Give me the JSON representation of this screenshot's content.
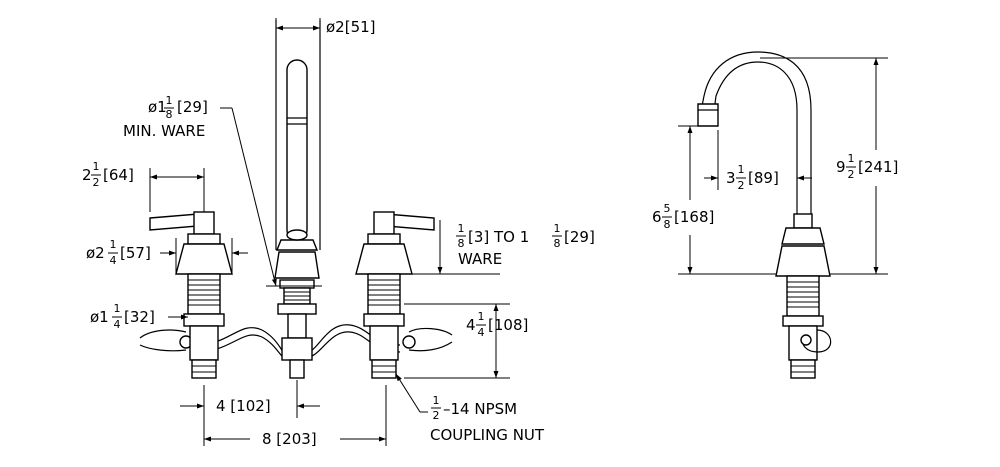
{
  "dimensions": {
    "spout_dia": {
      "prefix": "ø2[51]"
    },
    "min_ware": {
      "prefix": "ø1",
      "num": "1",
      "den": "8",
      "suffix": "[29]",
      "line2": "MIN. WARE"
    },
    "handle_len": {
      "prefix": "2",
      "num": "1",
      "den": "2",
      "suffix": "[64]"
    },
    "escutcheon_dia": {
      "prefix": "ø2",
      "num": "1",
      "den": "4",
      "suffix": "[57]"
    },
    "ware_range": {
      "num": "1",
      "den": "8",
      "mid": "[3] TO 1",
      "num2": "1",
      "den2": "8",
      "suffix": "[29]",
      "line2": "WARE"
    },
    "shank_dia": {
      "prefix": "ø1",
      "num": "1",
      "den": "4",
      "suffix": "[32]"
    },
    "shank_len": {
      "prefix": "4",
      "num": "1",
      "den": "4",
      "suffix": "[108]"
    },
    "center_half": {
      "text": "4 [102]"
    },
    "center_full": {
      "text": "8 [203]"
    },
    "coupling": {
      "num": "1",
      "den": "2",
      "suffix": "–14 NPSM",
      "line2": "COUPLING NUT"
    },
    "side_height": {
      "prefix": "6",
      "num": "5",
      "den": "8",
      "suffix": " [168]"
    },
    "side_reach": {
      "prefix": "3",
      "num": "1",
      "den": "2",
      "suffix": " [89]"
    },
    "side_total": {
      "prefix": "9",
      "num": "1",
      "den": "2",
      "suffix": " [241]"
    }
  }
}
